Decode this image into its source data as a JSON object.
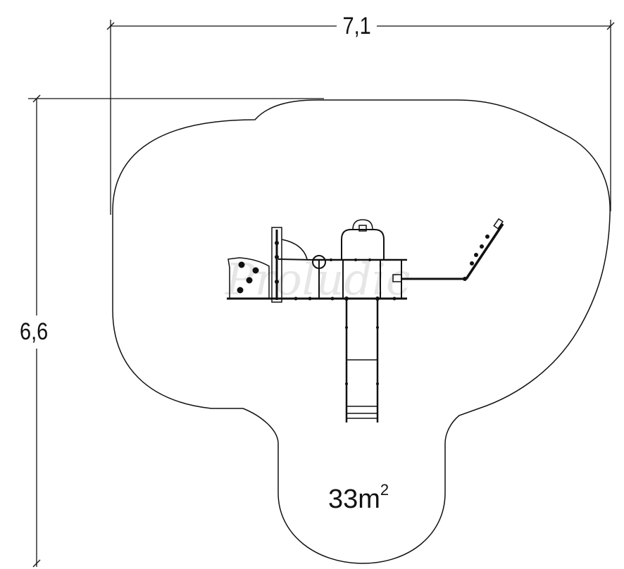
{
  "dimensions": {
    "width": "7,1",
    "depth": "6,6"
  },
  "area": {
    "value": "33m",
    "superscript": "2"
  },
  "watermark": "Proludic",
  "colors": {
    "line": "#111111",
    "background": "#ffffff",
    "watermark": "#e6e6e6"
  }
}
